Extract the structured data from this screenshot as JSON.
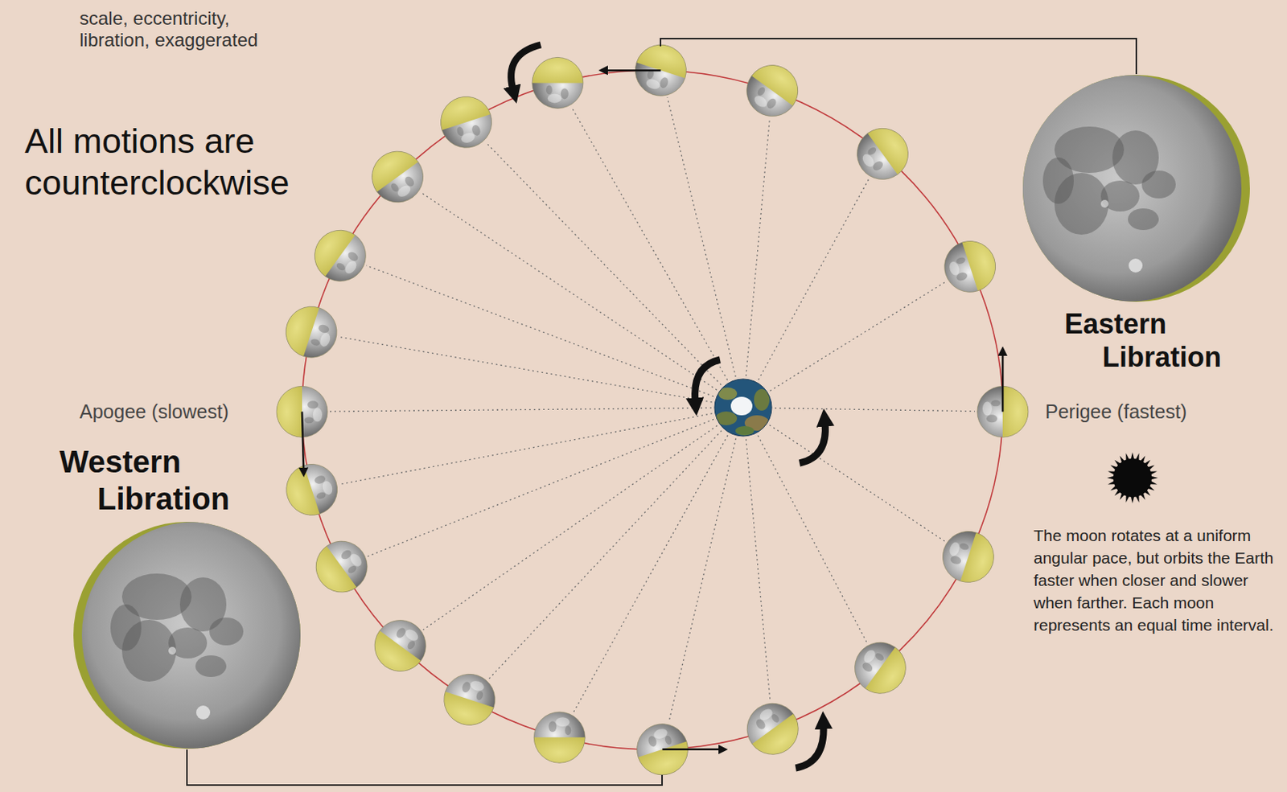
{
  "diagram": {
    "labels": [
      "scale, eccentricity, libration, exaggerated",
      "All motions are counterclockwise",
      "Apogee (slowest)",
      "Western Libration",
      "Eastern Libration",
      "Perigee (fastest)",
      "The moon rotates at a uniform angular pace, but orbits the Earth faster when closer and slower when farther. Each moon represents an equal time interval."
    ]
  }
}
